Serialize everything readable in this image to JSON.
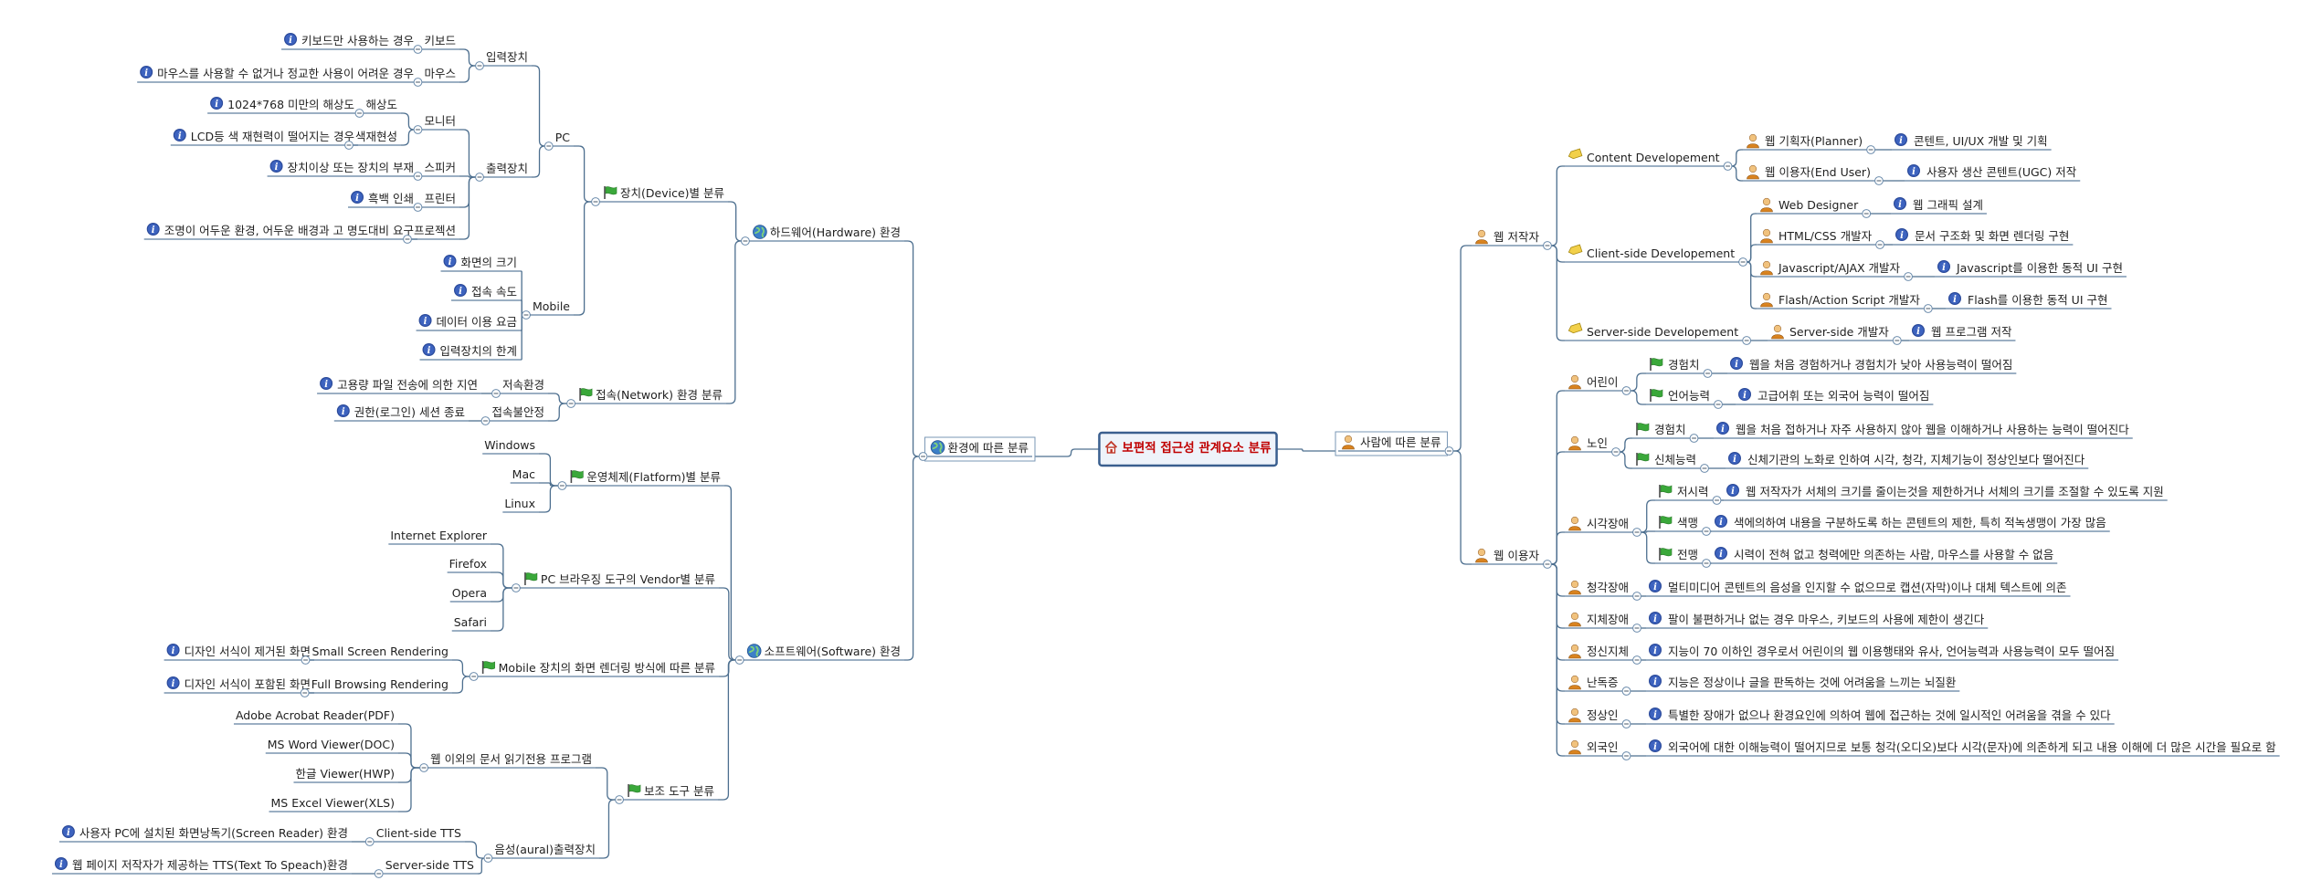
{
  "map": {
    "center": "보편적 접근성 관계요소 분류",
    "left_root": "환경에 따른 분류",
    "right_root": "사람에 따른 분류",
    "hw": "하드웨어(Hardware) 환경",
    "sw": "소프트웨어(Software) 환경",
    "device": "장치(Device)별 분류",
    "network": "접속(Network) 환경 분류",
    "pc": "PC",
    "input_dev": "입력장치",
    "keyboard": "키보드",
    "keyboard_note": "키보드만 사용하는 경우",
    "mouse": "마우스",
    "mouse_note": "마우스를 사용할 수 없거나 정교한 사용이 어려운 경우",
    "output_dev": "출력장치",
    "monitor": "모니터",
    "resolution": "해상도",
    "resolution_note": "1024*768 미만의 해상도",
    "color": "색재현성",
    "color_note": "LCD등 색 재현력이 떨어지는 경우",
    "speaker": "스피커",
    "speaker_note": "장치이상 또는 장치의 부재",
    "printer": "프린터",
    "printer_note": "흑백 인쇄",
    "projector": "프로젝션",
    "projector_note": "조명이 어두운 환경, 어두운 배경과 고 명도대비 요구",
    "mobile": "Mobile",
    "mobile_screen": "화면의 크기",
    "mobile_speed": "접속 속도",
    "mobile_fee": "데이터 이용 요금",
    "mobile_input": "입력장치의 한계",
    "low_speed": "저속환경",
    "low_speed_note": "고용량 파일 전송에 의한 지연",
    "unstable": "접속불안정",
    "unstable_note": "권한(로그인) 세션 종료",
    "os": "운영체제(Flatform)별 분류",
    "windows": "Windows",
    "mac": "Mac",
    "linux": "Linux",
    "browser": "PC 브라우징 도구의 Vendor별 분류",
    "ie": "Internet Explorer",
    "firefox": "Firefox",
    "opera": "Opera",
    "safari": "Safari",
    "mobile_render": "Mobile 장치의 화면 렌더링 방식에 따른 분류",
    "small_screen": "Small Screen Rendering",
    "small_screen_note": "디자인 서식이 제거된 화면",
    "full_browsing": "Full Browsing Rendering",
    "full_browsing_note": "디자인 서식이 포함된 화면",
    "assistive": "보조 도구 분류",
    "doc_viewer": "웹 이외의 문서 읽기전용 프로그램",
    "acrobat": "Adobe Acrobat Reader(PDF)",
    "msword": "MS Word Viewer(DOC)",
    "hwp": "한글 Viewer(HWP)",
    "msexcel": "MS Excel Viewer(XLS)",
    "aural": "음성(aural)출력장치",
    "client_tts": "Client-side TTS",
    "client_tts_note": "사용자 PC에 설치된 화면낭독기(Screen Reader) 환경",
    "server_tts": "Server-side TTS",
    "server_tts_note": "웹 페이지 저작자가 제공하는 TTS(Text To Speach)환경",
    "author": "웹 저작자",
    "content_dev": "Content Developement",
    "planner": "웹 기획자(Planner)",
    "planner_note": "콘텐트, UI/UX 개발 및 기획",
    "enduser": "웹 이용자(End User)",
    "enduser_note": "사용자 생산 콘텐트(UGC) 저작",
    "client_dev": "Client-side Developement",
    "designer": "Web Designer",
    "designer_note": "웹 그래픽 설계",
    "htmlcss": "HTML/CSS 개발자",
    "htmlcss_note": "문서 구조화 및 화면 렌더링 구현",
    "js": "Javascript/AJAX 개발자",
    "js_note": "Javascript를 이용한 동적 UI 구현",
    "flash": "Flash/Action Script 개발자",
    "flash_note": "Flash를 이용한 동적 UI 구현",
    "server_dev": "Server-side Developement",
    "server_devr": "Server-side 개발자",
    "server_devr_note": "웹 프로그램 저작",
    "user": "웹 이용자",
    "child": "어린이",
    "child_exp": "경험치",
    "child_exp_note": "웹을 처음 경험하거나 경험치가 낮아 사용능력이 떨어짐",
    "child_lang": "언어능력",
    "child_lang_note": "고급어휘 또는 외국어 능력이 떨어짐",
    "elder": "노인",
    "elder_exp": "경험치",
    "elder_exp_note": "웹을 처음 접하거나 자주 사용하지 않아 웹을 이해하거나 사용하는 능력이 떨어진다",
    "elder_body": "신체능력",
    "elder_body_note": "신체기관의 노화로 인하여 시각, 청각, 지체기능이 정상인보다 떨어진다",
    "visual": "시각장애",
    "lowvision": "저시력",
    "lowvision_note": "웹 저작자가 서체의 크기를 줄이는것을 제한하거나 서체의 크기를 조절할 수 있도록 지원",
    "colorblind": "색맹",
    "colorblind_note": "색에의하여 내용을 구분하도록 하는 콘텐트의 제한, 특히 적녹생맹이 가장 많음",
    "blind": "전맹",
    "blind_note": "시력이 전혀 없고 청력에만 의존하는 사람, 마우스를 사용할 수 없음",
    "hearing": "청각장애",
    "hearing_note": "멀티미디어 콘텐트의 음성을 인지할 수 없으므로 캡션(자막)이나 대체 텍스트에 의존",
    "physical": "지체장애",
    "physical_note": "팔이 불편하거나 없는 경우 마우스, 키보드의 사용에 제한이 생긴다",
    "mental": "정신지체",
    "mental_note": "지능이 70 이하인 경우로서 어린이의 웹 이용행태와 유사, 언어능력과 사용능력이 모두 떨어짐",
    "dyslexia": "난독증",
    "dyslexia_note": "지능은 정상이나 글을 판독하는 것에 어려움을 느끼는 뇌질환",
    "normal": "정상인",
    "normal_note": "특별한 장애가 없으나 환경요인에 의하여 웹에 접근하는 것에 일시적인 어려움을 겪을 수 있다",
    "foreigner": "외국인",
    "foreigner_note": "외국어에 대한 이해능력이 떨어지므로 보통 청각(오디오)보다 시각(문자)에 의존하게 되고 내용 이해에 더 많은 시간을 필요로 함"
  }
}
